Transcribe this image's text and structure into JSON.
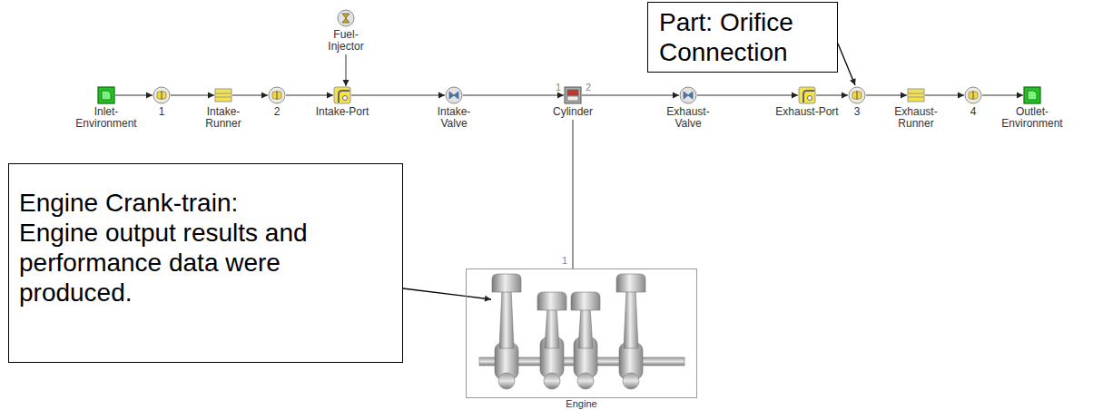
{
  "diagram": {
    "nodes": [
      {
        "text": [
          "Part: Orifice Connection"
        ]
      },
      {
        "text": [
          "Fuel- Injector"
        ]
      },
      {
        "text": [
          "Inlet- Environment"
        ]
      },
      {
        "text": [
          "1"
        ]
      },
      {
        "text": [
          "Intake- Runner"
        ]
      },
      {
        "text": [
          "2"
        ]
      },
      {
        "text": [
          "Intake-Port"
        ]
      },
      {
        "text": [
          "Intake- Valve"
        ]
      },
      {
        "text": [
          "Cylinder"
        ]
      },
      {
        "text": [
          "Exhaust- Valve"
        ]
      },
      {
        "text": [
          "Exhaust-Port"
        ]
      },
      {
        "text": [
          "3"
        ]
      },
      {
        "text": [
          "Exhaust- Runner"
        ]
      },
      {
        "text": [
          "4"
        ]
      },
      {
        "text": [
          "Outlet- Environment"
        ]
      },
      {
        "text": [
          "Engine Crank-train:",
          "Engine output results and performance data were produced."
        ]
      },
      {
        "text": [
          "Engine"
        ]
      }
    ],
    "edges": [
      {
        "from": 2,
        "to": 3,
        "arrow": "to"
      },
      {
        "from": 3,
        "to": 4,
        "arrow": "to"
      },
      {
        "from": 4,
        "to": 5,
        "arrow": "to"
      },
      {
        "from": 5,
        "to": 6,
        "arrow": "to"
      },
      {
        "from": 1,
        "to": 6,
        "arrow": "to"
      },
      {
        "from": 6,
        "to": 7,
        "arrow": "to"
      },
      {
        "from": 7,
        "to": 8,
        "arrow": "to"
      },
      {
        "from": 8,
        "to": 9,
        "arrow": "to"
      },
      {
        "from": 9,
        "to": 10,
        "arrow": "to"
      },
      {
        "from": 10,
        "to": 11,
        "arrow": "to"
      },
      {
        "from": 11,
        "to": 12,
        "arrow": "to"
      },
      {
        "from": 12,
        "to": 13,
        "arrow": "to"
      },
      {
        "from": 13,
        "to": 14,
        "arrow": "to"
      },
      {
        "from": 8,
        "to": 16,
        "arrow": "none"
      },
      {
        "from": 0,
        "to": 11,
        "arrow": "to"
      },
      {
        "from": 15,
        "to": 16,
        "arrow": "to"
      }
    ],
    "labels": [
      "1",
      "2",
      "1"
    ]
  }
}
